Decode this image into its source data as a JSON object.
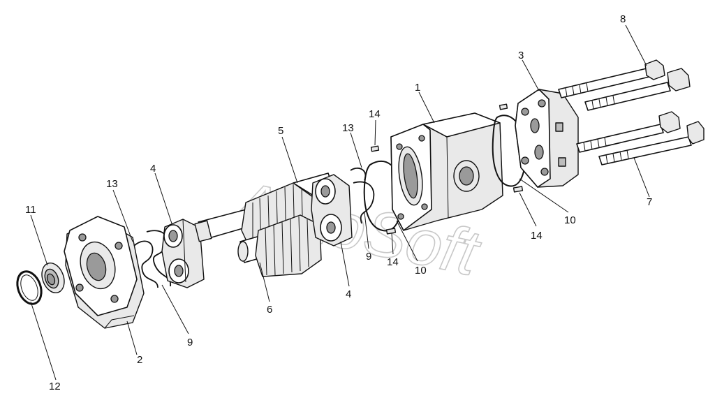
{
  "watermark": "AutoSoft",
  "callouts": [
    {
      "id": "c1",
      "text": "1"
    },
    {
      "id": "c2",
      "text": "2"
    },
    {
      "id": "c3",
      "text": "3"
    },
    {
      "id": "c4a",
      "text": "4"
    },
    {
      "id": "c4b",
      "text": "4"
    },
    {
      "id": "c5",
      "text": "5"
    },
    {
      "id": "c6",
      "text": "6"
    },
    {
      "id": "c7",
      "text": "7"
    },
    {
      "id": "c8",
      "text": "8"
    },
    {
      "id": "c9a",
      "text": "9"
    },
    {
      "id": "c9b",
      "text": "9"
    },
    {
      "id": "c10a",
      "text": "10"
    },
    {
      "id": "c10b",
      "text": "10"
    },
    {
      "id": "c11",
      "text": "11"
    },
    {
      "id": "c12",
      "text": "12"
    },
    {
      "id": "c13a",
      "text": "13"
    },
    {
      "id": "c13b",
      "text": "13"
    },
    {
      "id": "c14a",
      "text": "14"
    },
    {
      "id": "c14b",
      "text": "14"
    },
    {
      "id": "c14c",
      "text": "14"
    }
  ]
}
